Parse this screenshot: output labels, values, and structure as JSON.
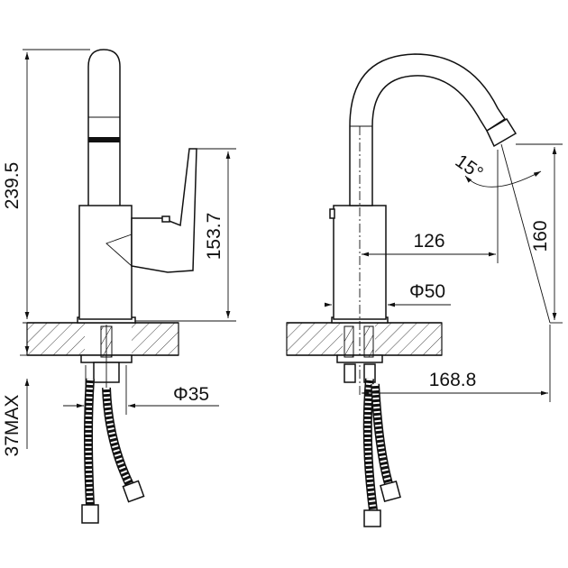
{
  "dimensions": {
    "total_height": "239.5",
    "handle_height": "153.7",
    "hole_diameter": "Φ35",
    "max_thickness": "37MAX",
    "spout_reach": "126",
    "body_diameter": "Φ50",
    "spout_height": "160",
    "spout_angle": "15°",
    "overall_reach": "168.8"
  }
}
